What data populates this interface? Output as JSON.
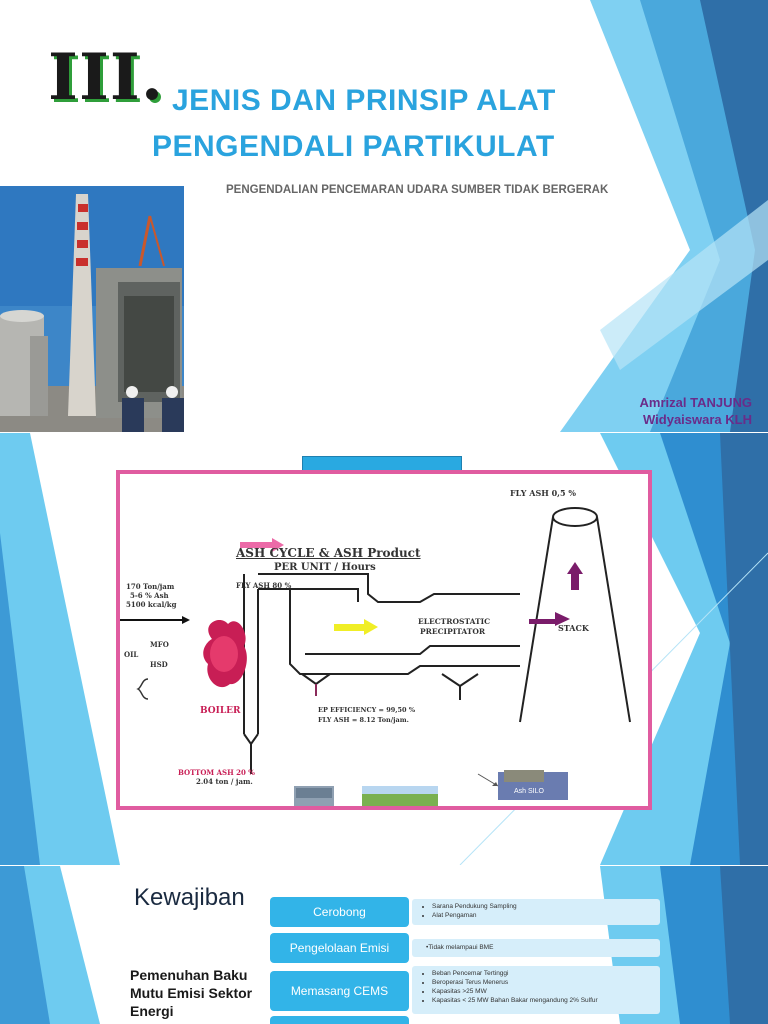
{
  "slide1": {
    "roman": "III.",
    "title_line1": "JENIS DAN PRINSIP ALAT",
    "title_line2": "PENGENDALI PARTIKULAT",
    "subtitle": "PENGENDALIAN PENCEMARAN UDARA SUMBER TIDAK BERGERAK",
    "author_name": "Amrizal TANJUNG",
    "author_role": "Widyaiswara KLH",
    "colors": {
      "title": "#2aa3de",
      "roman": "#1a1a1a",
      "roman_shadow": "#2f9e3a",
      "author": "#6a2c8a"
    }
  },
  "slide2": {
    "diagram": {
      "title": "ASH CYCLE & ASH Product",
      "subtitle": "PER UNIT / Hours",
      "input_line1": "170 Ton/jam",
      "input_line2": "5-6 % Ash",
      "input_line3": "5100 kcal/kg",
      "oil_label": "OIL",
      "mfo_label": "MFO",
      "hsd_label": "HSD",
      "boiler_label": "BOILER",
      "fly_ash_80": "FLY ASH  80 %",
      "esp_line1": "ELECTROSTATIC",
      "esp_line2": "PRECIPITATOR",
      "stack_label": "STACK",
      "fly_ash_top": "FLY ASH  0,5 %",
      "efficiency": "EP EFFICIENCY   = 99,50 %",
      "fly_ash_rate": "FLY ASH          = 8.12 Ton/jam.",
      "bottom_ash_line1": "BOTTOM ASH  20 %",
      "bottom_ash_line2": "2.04  ton / jam.",
      "ash_silo": "Ash SILO"
    },
    "colors": {
      "frame": "#e05ca0",
      "tag": "#29a9e1"
    }
  },
  "slide3": {
    "heading": "Kewajiban",
    "left_text": "Pemenuhan Baku Mutu Emisi Sektor Energi",
    "rows": [
      {
        "label": "Cerobong",
        "items": [
          "Sarana Pendukung Sampling",
          "Alat Pengaman"
        ]
      },
      {
        "label": "Pengelolaan Emisi",
        "items": [
          "Tidak melampaui BME"
        ]
      },
      {
        "label": "Memasang CEMS",
        "items": [
          "Beban Pencemar Tertinggi",
          "Beroperasi Terus Menerus",
          "Kapasitas >25 MW",
          "Kapasitas < 25 MW Bahan Bakar  mengandung 2% Sulfur"
        ]
      }
    ],
    "colors": {
      "row_label": "#32b4e8",
      "row_body": "#d6eefa"
    }
  }
}
